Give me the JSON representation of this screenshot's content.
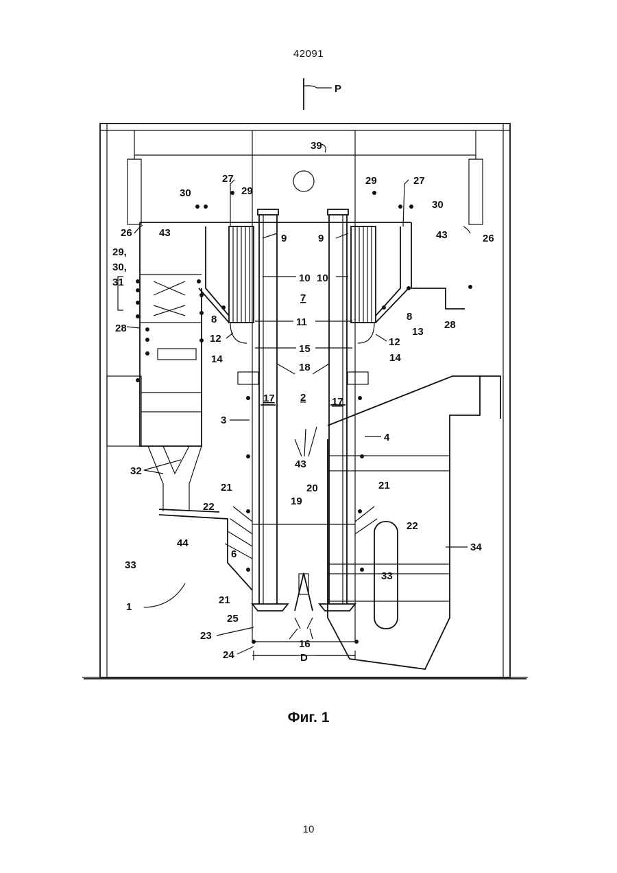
{
  "document": {
    "header_number": "42091",
    "page_number": "10",
    "figure_caption": "Фиг. 1"
  },
  "section_marker": "P",
  "labels": [
    "39",
    "27",
    "29",
    "30",
    "29",
    "27",
    "30",
    "26",
    "43",
    "9",
    "9",
    "43",
    "26",
    "29,",
    "30,",
    "31",
    "10",
    "10",
    "7",
    "8",
    "8",
    "13",
    "28",
    "28",
    "11",
    "12",
    "12",
    "15",
    "14",
    "14",
    "18",
    "17",
    "2",
    "17",
    "3",
    "4",
    "43",
    "32",
    "21",
    "20",
    "19",
    "21",
    "22",
    "22",
    "34",
    "44",
    "33",
    "6",
    "33",
    "1",
    "21",
    "25",
    "23",
    "16",
    "24",
    "D"
  ]
}
